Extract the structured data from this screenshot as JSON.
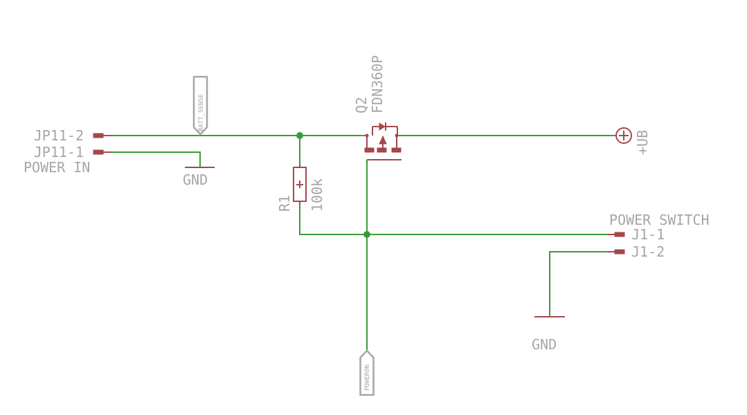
{
  "connectors": {
    "jp11_pin2": "JP11-2",
    "jp11_pin1": "JP11-1",
    "power_in": "POWER IN",
    "j1_pin1": "J1-1",
    "j1_pin2": "J1-2",
    "power_switch": "POWER SWITCH"
  },
  "grounds": {
    "left": "GND",
    "right": "GND"
  },
  "flags": {
    "batt_sense": "BATT_SENSE",
    "poweron": "POWERON"
  },
  "mosfet": {
    "ref": "Q2",
    "value": "FDN360P"
  },
  "resistor": {
    "ref": "R1",
    "value": "100k"
  },
  "supply": {
    "label": "+UB"
  },
  "colors": {
    "wire": "#3b9b3b",
    "part": "#a5474a",
    "label": "#a6a6a6",
    "background": "#ffffff"
  }
}
